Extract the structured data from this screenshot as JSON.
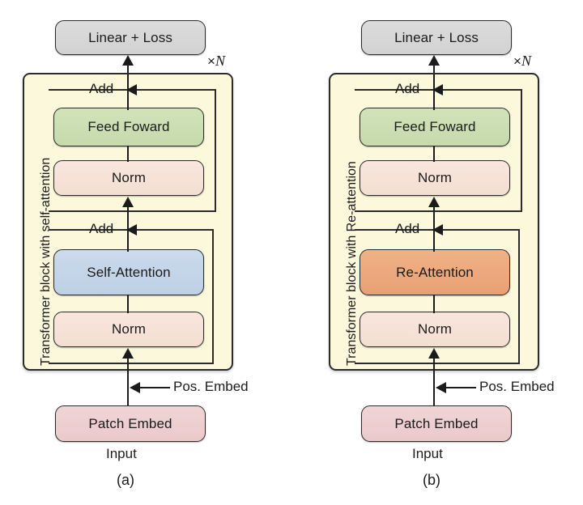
{
  "figure": {
    "type": "diagram",
    "subject": "Vision Transformer block architectures: self-attention vs Re-attention",
    "panels": [
      {
        "caption": "(a)",
        "panel_label": "Transformer block with self-attention",
        "repeat_label_prefix": "×",
        "repeat_label_symbol": "N",
        "input_label": "Input",
        "pos_embed_label": "Pos. Embed",
        "nodes": {
          "head": "Linear + Loss",
          "add_top": "Add",
          "feed_forward": "Feed Foward",
          "norm_top": "Norm",
          "add_bottom": "Add",
          "attention": "Self-Attention",
          "norm_bottom": "Norm",
          "embed": "Patch Embed"
        },
        "attention_color": "#c4d5e9"
      },
      {
        "caption": "(b)",
        "panel_label": "Transformer block with Re-attention",
        "repeat_label_prefix": "×",
        "repeat_label_symbol": "N",
        "input_label": "Input",
        "pos_embed_label": "Pos. Embed",
        "nodes": {
          "head": "Linear + Loss",
          "add_top": "Add",
          "feed_forward": "Feed Foward",
          "norm_top": "Norm",
          "add_bottom": "Add",
          "attention": "Re-Attention",
          "norm_bottom": "Norm",
          "embed": "Patch Embed"
        },
        "attention_color": "#eca975"
      }
    ],
    "colors": {
      "head_gray": "#d7d7d7",
      "feed_forward_green": "#cbdeb2",
      "norm_peach": "#f6e2d7",
      "self_attention_blue": "#c4d5e9",
      "re_attention_orange": "#eca975",
      "patch_embed_pink": "#eeccce",
      "panel_yellow": "#fbf8dc",
      "stroke": "#2b2b2b",
      "background": "#ffffff"
    }
  }
}
